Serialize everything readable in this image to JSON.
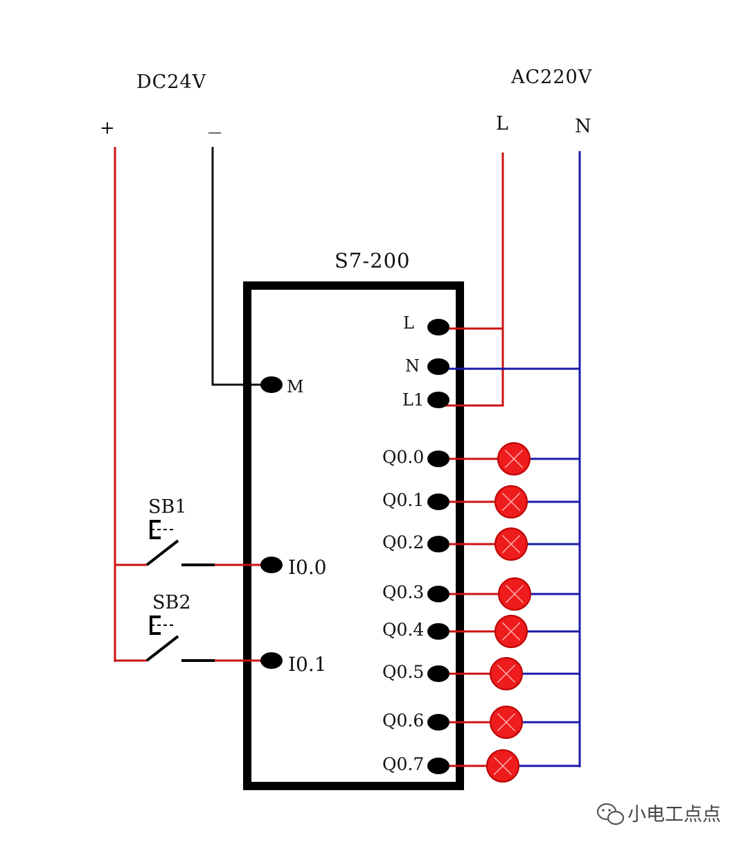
{
  "diagram": {
    "colors": {
      "dc_positive": "#cc1111",
      "dc_negative": "#111111",
      "ac_live": "#cc1111",
      "ac_neutral": "#1a1aa8",
      "lamp_fill": "#ee1c1c",
      "frame": "#000000"
    },
    "labels": {
      "dc_supply": "DC24V",
      "dc_plus": "+",
      "dc_minus": "—",
      "ac_supply": "AC220V",
      "ac_l": "L",
      "ac_n": "N",
      "plc_title": "S7-200"
    },
    "plc_terminals": {
      "power": [
        "L",
        "N",
        "L1"
      ],
      "common": "M",
      "inputs": [
        "I0.0",
        "I0.1"
      ],
      "outputs": [
        "Q0.0",
        "Q0.1",
        "Q0.2",
        "Q0.3",
        "Q0.4",
        "Q0.5",
        "Q0.6",
        "Q0.7"
      ]
    },
    "switches": [
      "SB1",
      "SB2"
    ],
    "lamp_count": 8
  },
  "watermark": {
    "text": "小电工点点",
    "icon": "wechat-icon"
  }
}
